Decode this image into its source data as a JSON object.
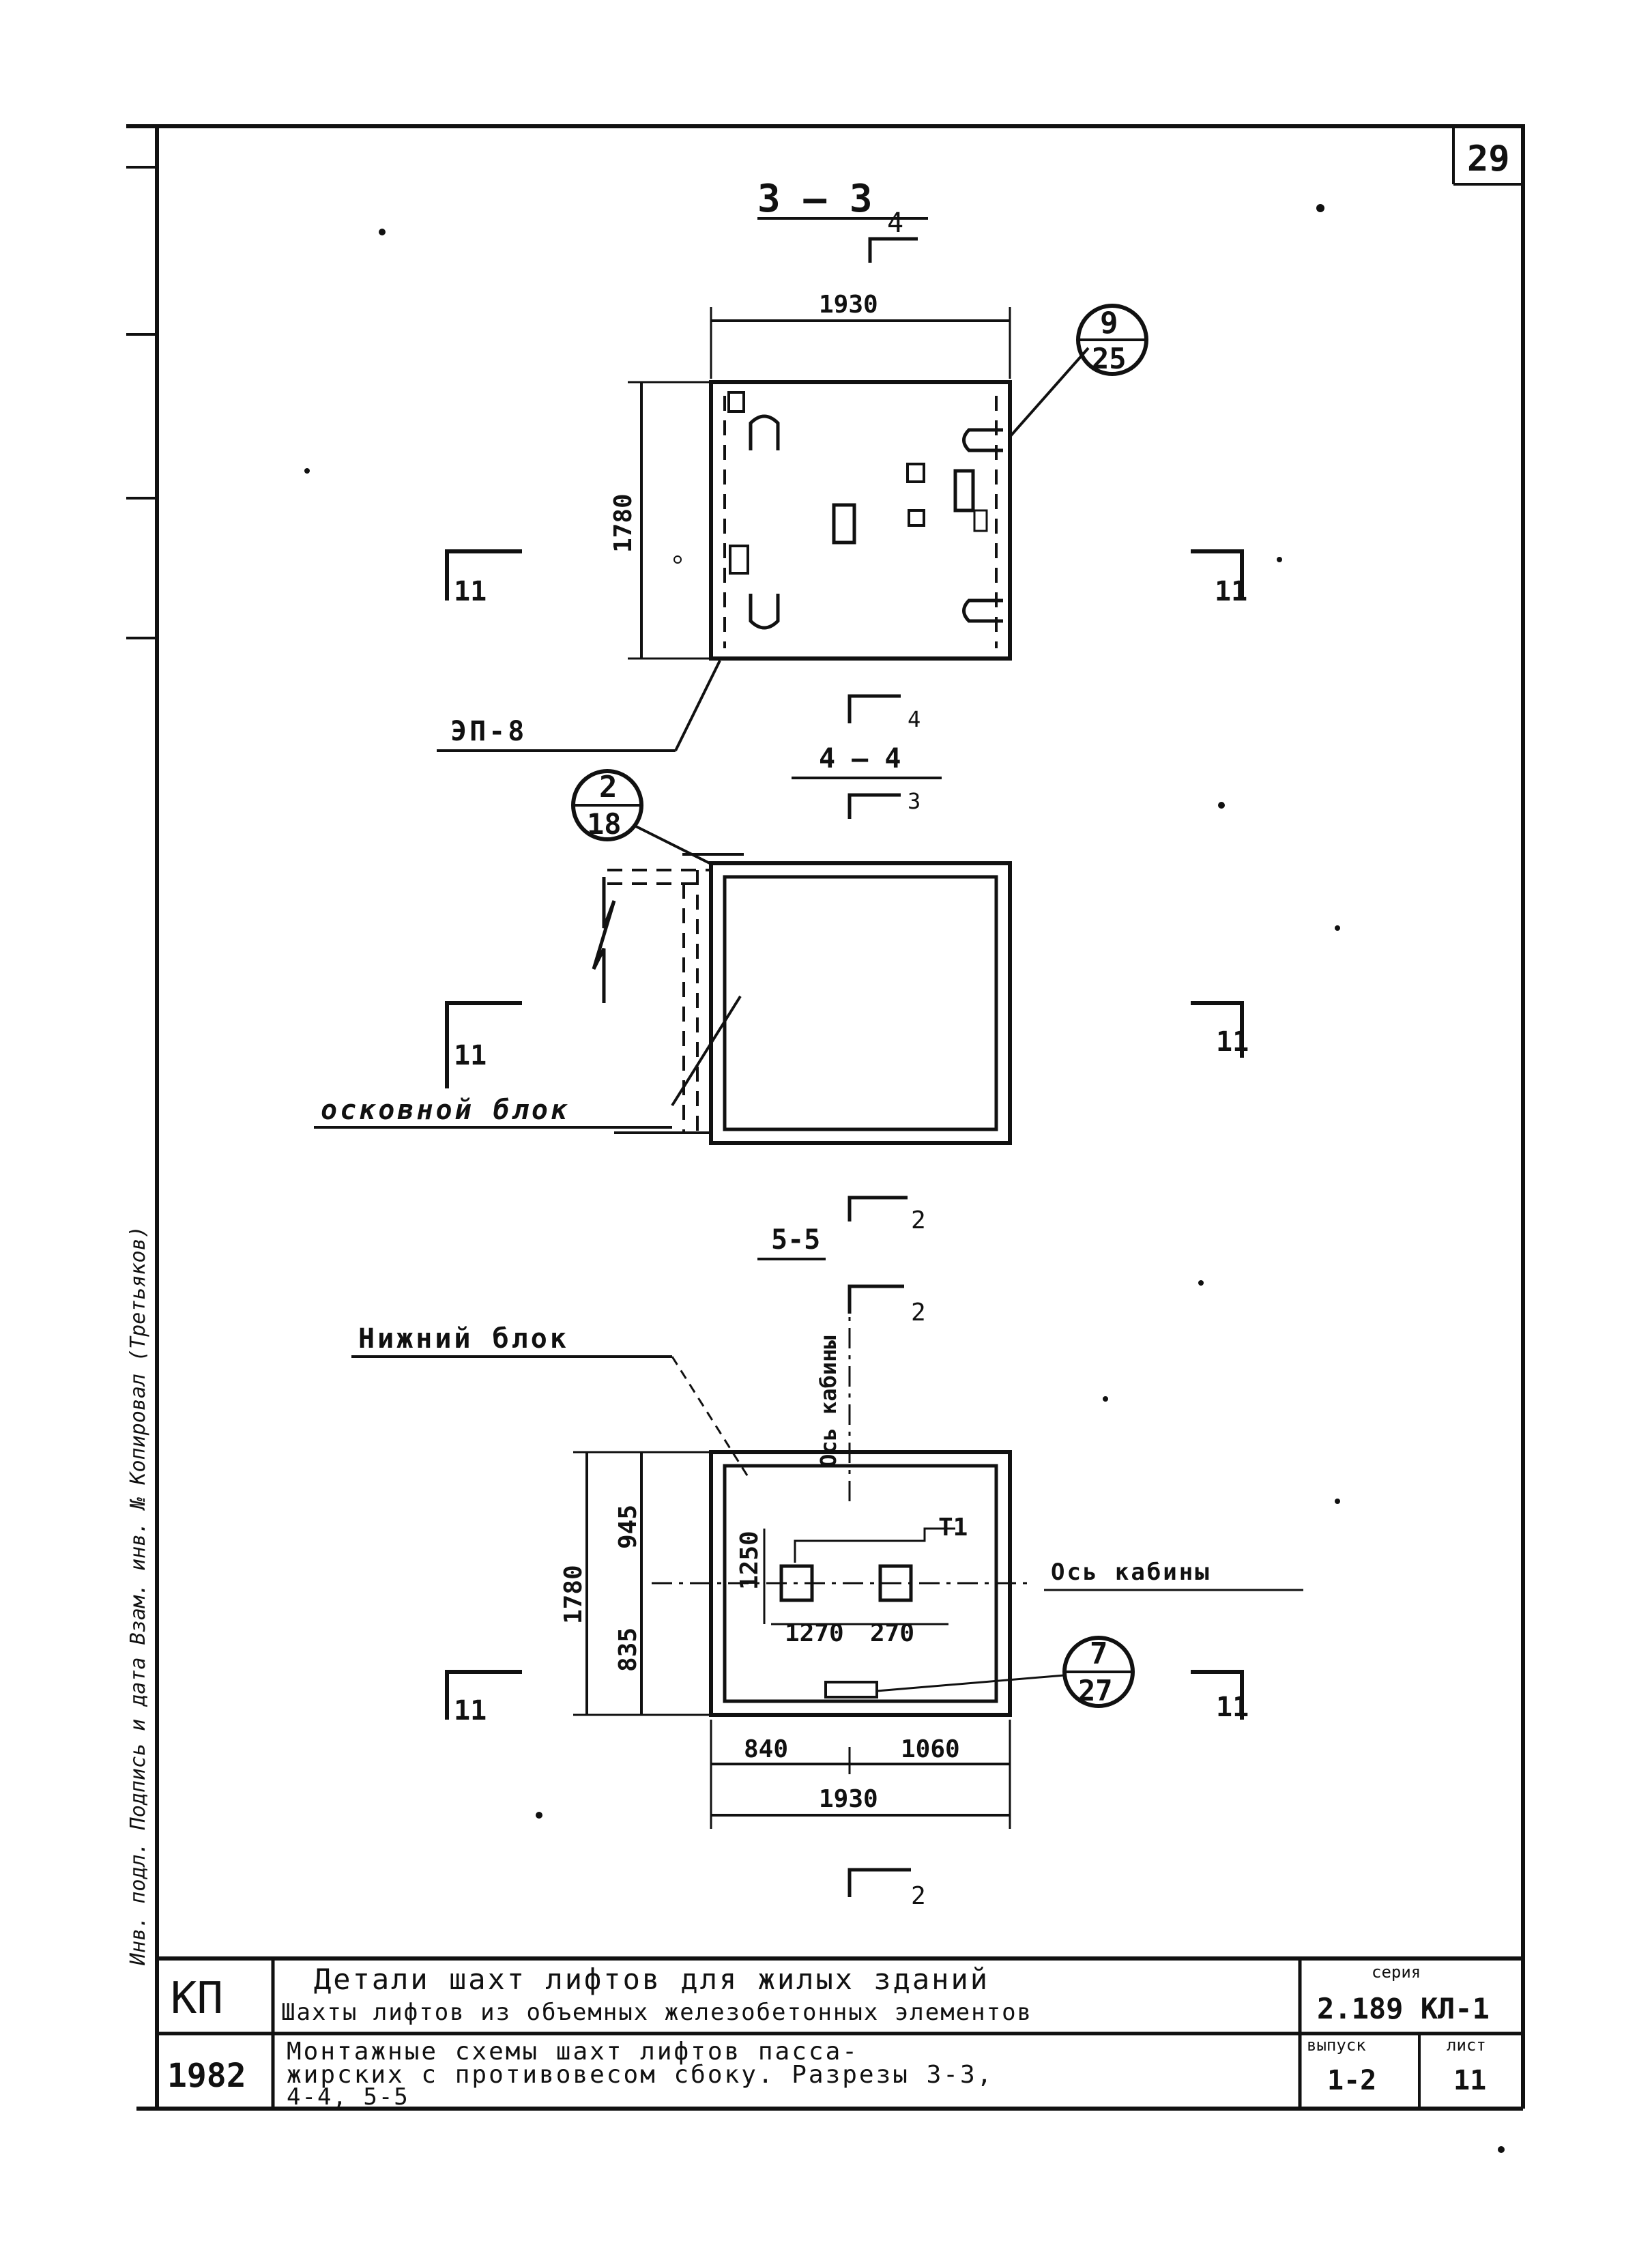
{
  "sheet_number": "29",
  "sections": {
    "s3": {
      "title": "3 — 3",
      "marker": "4"
    },
    "s4": {
      "title": "4 — 4",
      "marker": "3"
    },
    "s5": {
      "title": "5-5",
      "marker": "2",
      "marker_bottom": "2"
    }
  },
  "dims": {
    "top_width": "1930",
    "top_height": "1780",
    "bottom_height": "1780",
    "bottom_upper": "945",
    "bottom_lower": "835",
    "bottom_width_left": "840",
    "bottom_width_right": "1060",
    "bottom_width_total": "1930",
    "side_offset": "1250",
    "inner_left": "1270",
    "inner_right": "270"
  },
  "callouts": {
    "c1": {
      "top": "9",
      "bottom": "25"
    },
    "c2": {
      "top": "2",
      "bottom": "18"
    },
    "c3": {
      "top": "7",
      "bottom": "27"
    }
  },
  "labels": {
    "plate": "ЭП-8",
    "base_block": "осковной блок",
    "lower_block": "Нижний блок",
    "cabin_axis": "Ось кабины",
    "cabin_axis_vertical": "Ось кабины",
    "tp": "Т1",
    "axis_marks": [
      "11",
      "11",
      "11",
      "11",
      "11",
      "11"
    ]
  },
  "margin_text": "Инв. подл.   Подпись и дата   Взам. инв. №   Копировал   (Третьяков)",
  "title_block": {
    "org": "КП",
    "year": "1982",
    "line1": "Детали шахт лифтов для жилых зданий",
    "line2": "Шахты лифтов из объемных железобетонных элементов",
    "line3": "Монтажные схемы шахт лифтов пасса-",
    "line4": "жирских с противовесом сбоку. Разрезы 3-3,",
    "line5": "4-4, 5-5",
    "series_label": "серия",
    "series_value": "2.189 КЛ-1",
    "issue_label": "выпуск",
    "issue_value": "1-2",
    "sheet_label": "лист",
    "sheet_value": "11"
  }
}
